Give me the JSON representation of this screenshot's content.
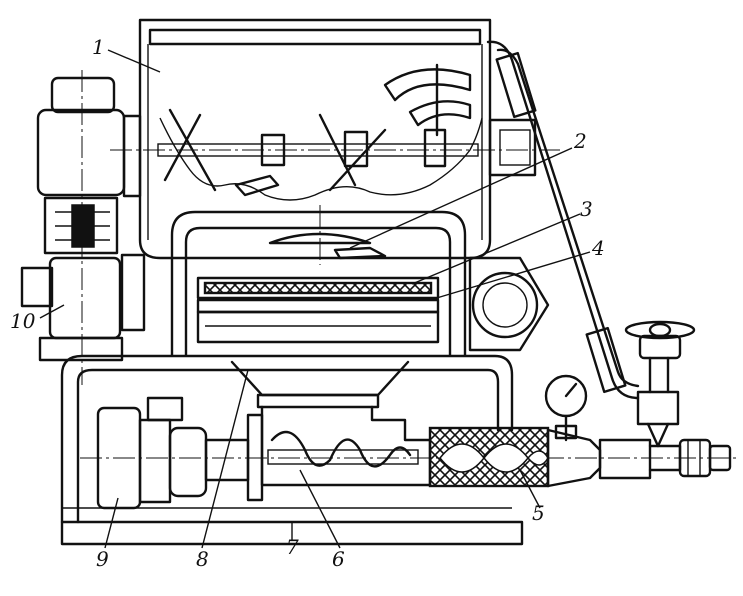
{
  "labels": [
    {
      "id": "1",
      "text": "1"
    },
    {
      "id": "2",
      "text": "2"
    },
    {
      "id": "3",
      "text": "3"
    },
    {
      "id": "4",
      "text": "4"
    },
    {
      "id": "5",
      "text": "5"
    },
    {
      "id": "6",
      "text": "6"
    },
    {
      "id": "7",
      "text": "7"
    },
    {
      "id": "8",
      "text": "8"
    },
    {
      "id": "9",
      "text": "9"
    },
    {
      "id": "10",
      "text": "10"
    }
  ]
}
